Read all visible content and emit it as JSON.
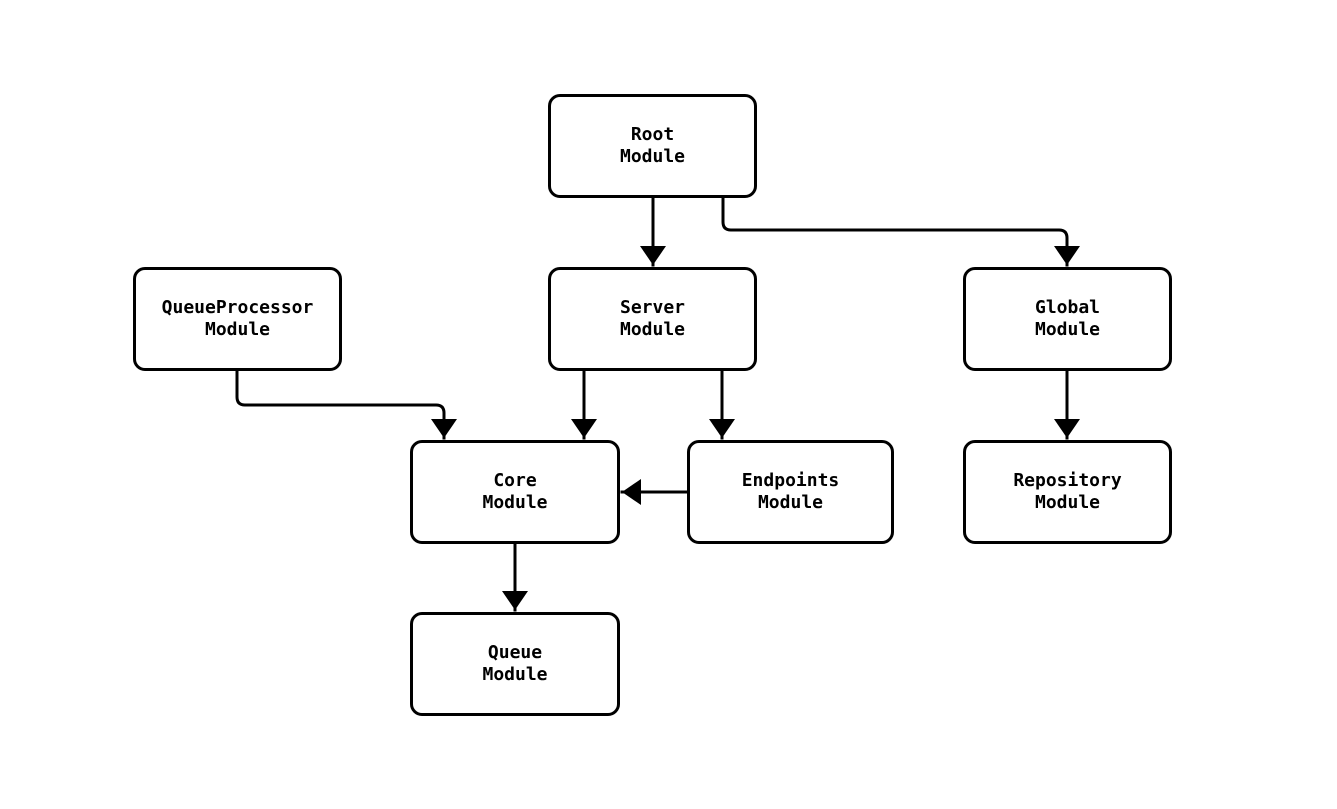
{
  "diagram": {
    "type": "module-dependency-flowchart",
    "background_color": "#ffffff",
    "stroke_color": "#000000",
    "text_color": "#000000",
    "nodes": [
      {
        "id": "root",
        "label": "Root\nModule"
      },
      {
        "id": "queueprocessor",
        "label": "QueueProcessor\nModule"
      },
      {
        "id": "server",
        "label": "Server\nModule"
      },
      {
        "id": "global",
        "label": "Global\nModule"
      },
      {
        "id": "core",
        "label": "Core\nModule"
      },
      {
        "id": "endpoints",
        "label": "Endpoints\nModule"
      },
      {
        "id": "repository",
        "label": "Repository\nModule"
      },
      {
        "id": "queue",
        "label": "Queue\nModule"
      }
    ],
    "edges": [
      {
        "from": "root",
        "to": "server"
      },
      {
        "from": "root",
        "to": "global"
      },
      {
        "from": "queueprocessor",
        "to": "core"
      },
      {
        "from": "server",
        "to": "core"
      },
      {
        "from": "server",
        "to": "endpoints"
      },
      {
        "from": "endpoints",
        "to": "core"
      },
      {
        "from": "global",
        "to": "repository"
      },
      {
        "from": "core",
        "to": "queue"
      }
    ]
  }
}
